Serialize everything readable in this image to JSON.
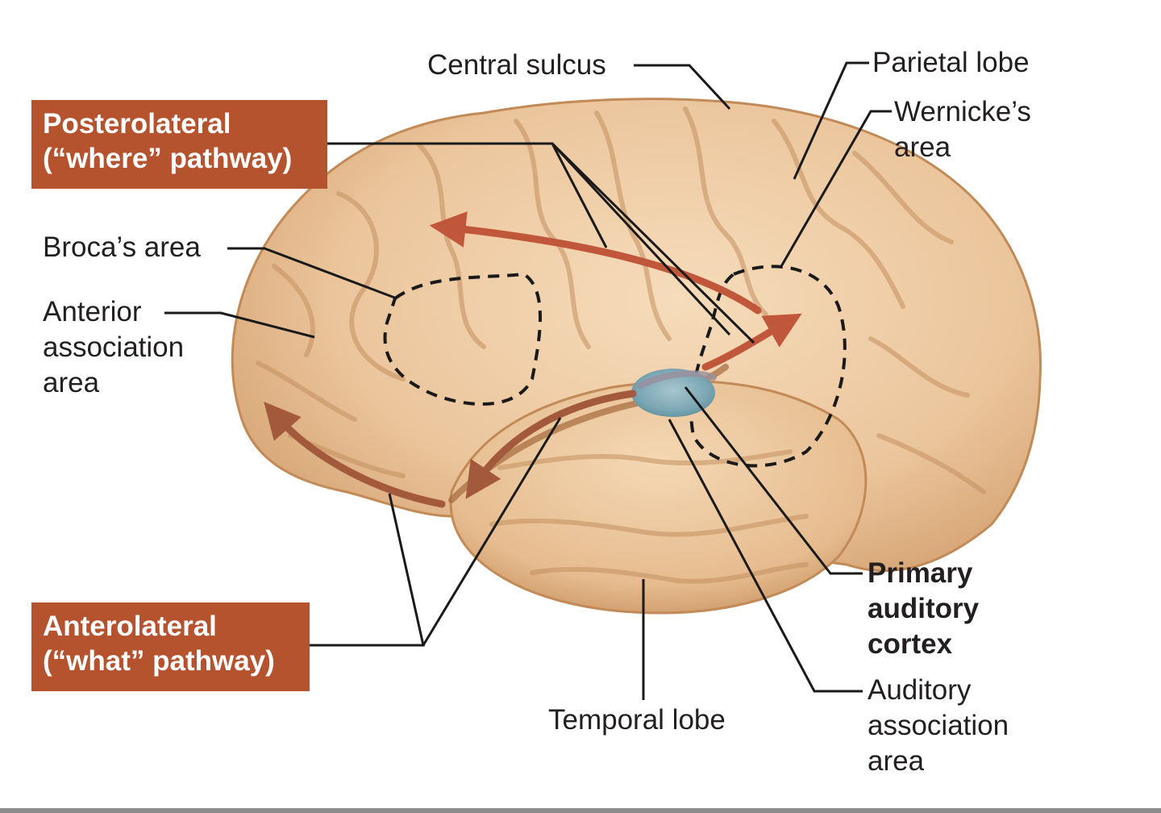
{
  "labels": {
    "central_sulcus": "Central sulcus",
    "parietal_lobe": "Parietal lobe",
    "wernickes_area": "Wernicke’s\narea",
    "brocas_area": "Broca’s area",
    "anterior_association_area": "Anterior\nassociation\narea",
    "primary_auditory_cortex": "Primary\nauditory\ncortex",
    "auditory_association_area": "Auditory\nassociation\narea",
    "temporal_lobe": "Temporal lobe"
  },
  "pathways": {
    "posterolateral": {
      "line1": "Posterolateral",
      "line2": "(“where” pathway)"
    },
    "anterolateral": {
      "line1": "Anterolateral",
      "line2": "(“what” pathway)"
    }
  },
  "colors": {
    "pathway_box": "#b5532f",
    "where_arrow": "#c0573a",
    "what_arrow": "#a35a3c",
    "brain_fill": "#e9c39a",
    "brain_shadow": "#c98f5f",
    "auditory_cortex": "#7aa7b5",
    "leader_line": "#1a1a1a"
  }
}
